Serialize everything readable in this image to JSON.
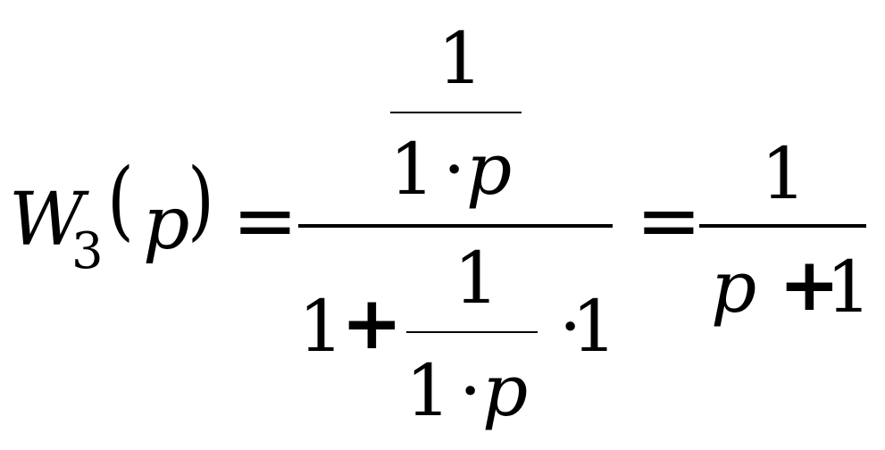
{
  "equation": {
    "lhs": {
      "function_name": "W",
      "subscript": "3",
      "open_paren": "(",
      "variable": "p",
      "close_paren": ")"
    },
    "equals_sign": "=",
    "main_fraction": {
      "numerator": {
        "numerator": "1",
        "denominator": {
          "one": "1",
          "dot": "·",
          "variable": "p"
        }
      },
      "denominator": {
        "one": "1",
        "plus": "+",
        "inner_fraction": {
          "numerator": "1",
          "denominator": {
            "one": "1",
            "dot": "·",
            "variable": "p"
          }
        },
        "dot": "·",
        "factor": "1"
      }
    },
    "result_fraction": {
      "numerator": "1",
      "denominator": {
        "variable": "p",
        "plus": "+",
        "one": "1"
      }
    }
  }
}
